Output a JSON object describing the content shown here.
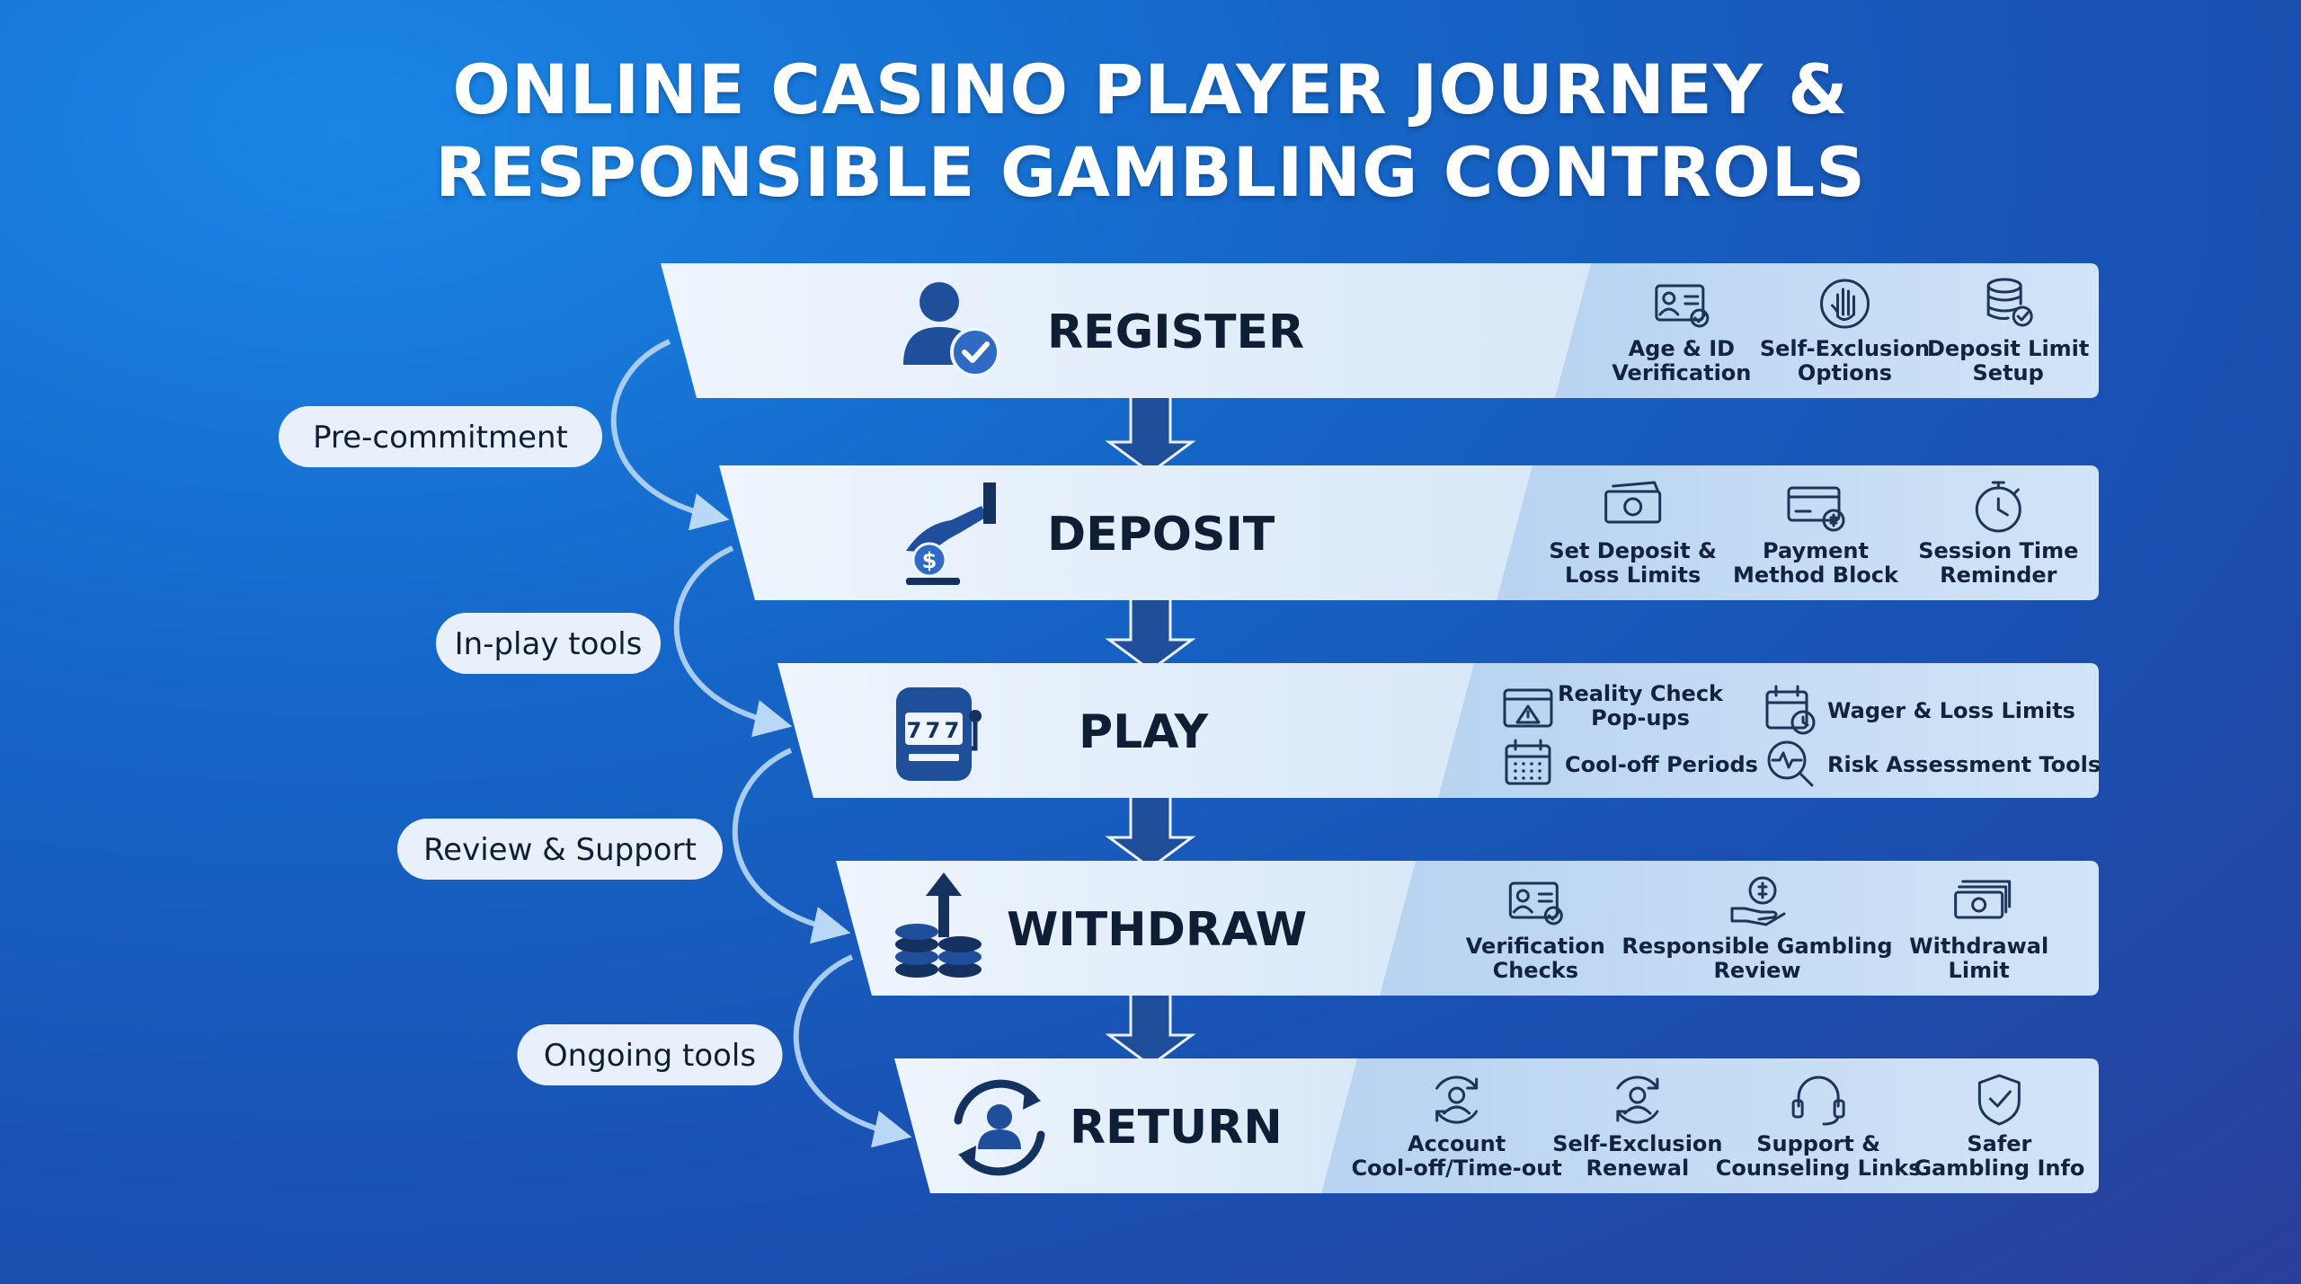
{
  "title": {
    "line1": "ONLINE CASINO PLAYER JOURNEY &",
    "line2": "RESPONSIBLE GAMBLING CONTROLS"
  },
  "stages": [
    {
      "id": "register",
      "label": "REGISTER",
      "icon": "user-check-icon",
      "controls": [
        {
          "lines": [
            "Age & ID",
            "Verification"
          ],
          "icon": "id-card-icon"
        },
        {
          "lines": [
            "Self-Exclusion",
            "Options"
          ],
          "icon": "hand-stop-icon"
        },
        {
          "lines": [
            "Deposit Limit",
            "Setup"
          ],
          "icon": "coin-stack-check-icon"
        }
      ]
    },
    {
      "id": "deposit",
      "label": "DEPOSIT",
      "icon": "hand-coin-icon",
      "controls": [
        {
          "lines": [
            "Set Deposit &",
            "Loss Limits"
          ],
          "icon": "cash-icon"
        },
        {
          "lines": [
            "Payment",
            "Method Block"
          ],
          "icon": "credit-card-icon"
        },
        {
          "lines": [
            "Session Time",
            "Reminder"
          ],
          "icon": "stopwatch-icon"
        }
      ]
    },
    {
      "id": "play",
      "label": "PLAY",
      "icon": "slot-machine-icon",
      "controls": [
        {
          "lines": [
            "Reality Check",
            "Pop-ups"
          ],
          "icon": "warning-window-icon"
        },
        {
          "lines": [
            "Wager & Loss Limits"
          ],
          "icon": "calendar-clock-icon"
        },
        {
          "lines": [
            "Cool-off Periods"
          ],
          "icon": "calendar-icon"
        },
        {
          "lines": [
            "Risk Assessment Tools"
          ],
          "icon": "magnifier-pulse-icon"
        }
      ]
    },
    {
      "id": "withdraw",
      "label": "WITHDRAW",
      "icon": "coins-arrow-up-icon",
      "controls": [
        {
          "lines": [
            "Verification",
            "Checks"
          ],
          "icon": "id-card-icon"
        },
        {
          "lines": [
            "Responsible Gambling",
            "Review"
          ],
          "icon": "hand-dollar-icon"
        },
        {
          "lines": [
            "Withdrawal",
            "Limit"
          ],
          "icon": "cash-stack-icon"
        }
      ]
    },
    {
      "id": "return",
      "label": "RETURN",
      "icon": "user-cycle-icon",
      "controls": [
        {
          "lines": [
            "Account",
            "Cool-off/Time-out"
          ],
          "icon": "user-refresh-icon"
        },
        {
          "lines": [
            "Self-Exclusion",
            "Renewal"
          ],
          "icon": "user-refresh-icon"
        },
        {
          "lines": [
            "Support &",
            "Counseling Links"
          ],
          "icon": "headset-icon"
        },
        {
          "lines": [
            "Safer",
            "Gambling Info"
          ],
          "icon": "shield-check-icon"
        }
      ]
    }
  ],
  "side_labels": [
    "Pre-commitment",
    "In-play tools",
    "Review & Support",
    "Ongoing tools"
  ],
  "colors": {
    "band_light": "#e3eefb",
    "band_right": "#c5dcf5",
    "arrow": "#1f4f9a",
    "curve": "#a9cdf2"
  }
}
